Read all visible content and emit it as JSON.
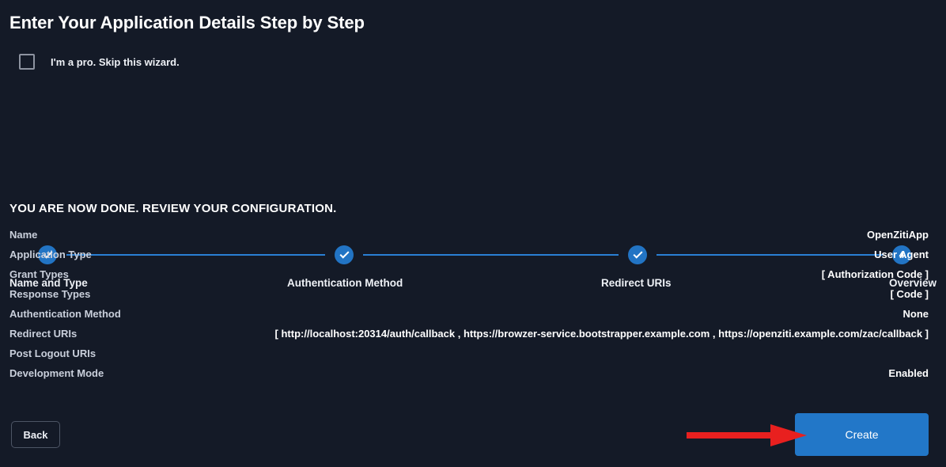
{
  "page": {
    "title": "Enter Your Application Details Step by Step",
    "skip_wizard_label": "I'm a pro. Skip this wizard.",
    "review_heading": "YOU ARE NOW DONE. REVIEW YOUR CONFIGURATION."
  },
  "stepper": {
    "steps": [
      {
        "label": "Name and Type",
        "state": "complete",
        "marker": "check"
      },
      {
        "label": "Authentication Method",
        "state": "complete",
        "marker": "check"
      },
      {
        "label": "Redirect URIs",
        "state": "complete",
        "marker": "check"
      },
      {
        "label": "Overview",
        "state": "current",
        "marker": "4"
      }
    ]
  },
  "summary": {
    "rows": [
      {
        "key": "Name",
        "value": "OpenZitiApp"
      },
      {
        "key": "Application Type",
        "value": "User Agent"
      },
      {
        "key": "Grant Types",
        "value": "[ Authorization Code ]"
      },
      {
        "key": "Response Types",
        "value": "[ Code ]"
      },
      {
        "key": "Authentication Method",
        "value": "None"
      },
      {
        "key": "Redirect URIs",
        "value": "[ http://localhost:20314/auth/callback , https://browzer-service.bootstrapper.example.com , https://openziti.example.com/zac/callback ]"
      },
      {
        "key": "Post Logout URIs",
        "value": ""
      },
      {
        "key": "Development Mode",
        "value": "Enabled"
      }
    ]
  },
  "footer": {
    "back_label": "Back",
    "create_label": "Create"
  },
  "annotation": {
    "arrow_label": "red-arrow-pointing-to-create",
    "arrow_color": "#e8201f"
  },
  "colors": {
    "background": "#141a27",
    "accent_blue": "#2277c8",
    "step_line": "#2a7fd4",
    "annotation_red": "#e8201f",
    "key_text": "#c9cfdb",
    "value_text": "#ffffff"
  }
}
